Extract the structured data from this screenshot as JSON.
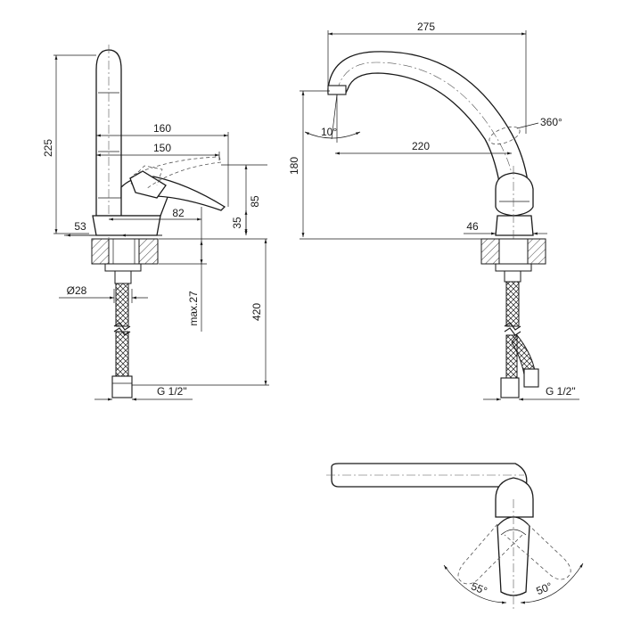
{
  "dimensions": {
    "side_height_total": "225",
    "side_reach_outer": "160",
    "side_reach_inner": "150",
    "handle_length": "82",
    "base_offset": "53",
    "handle_rise": "85",
    "base_height": "35",
    "hole_diameter": "Ø28",
    "max_counter_thickness": "max.27",
    "hose_length": "420",
    "thread_left": "G 1/2\"",
    "spout_reach_total": "275",
    "spout_reach_axis": "220",
    "spout_height": "180",
    "spout_tilt": "10°",
    "spout_rotation": "360°",
    "front_base_width": "46",
    "thread_right": "G 1/2\"",
    "handle_angle_left": "55°",
    "handle_angle_right": "50°"
  }
}
